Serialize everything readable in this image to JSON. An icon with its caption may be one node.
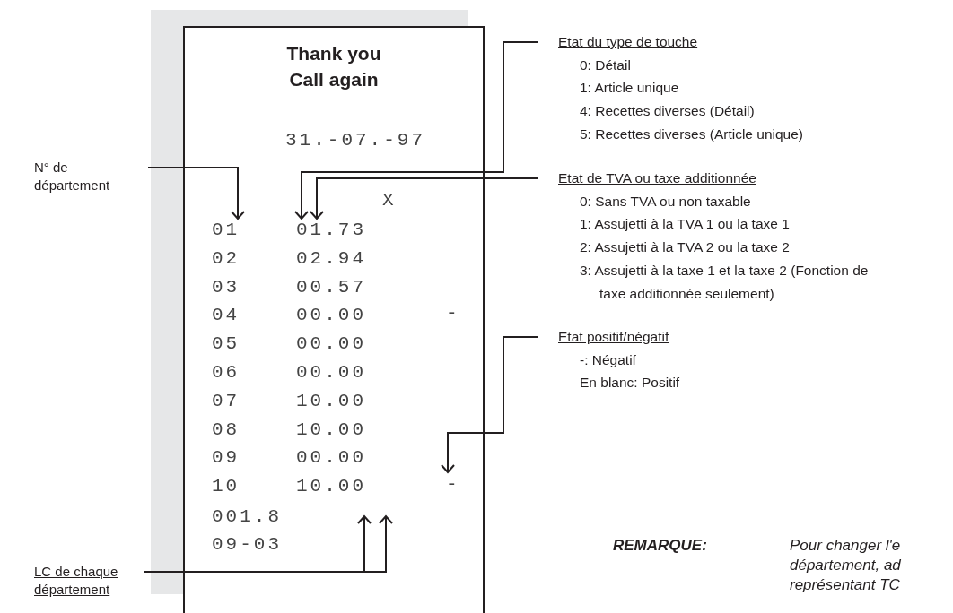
{
  "diagram": {
    "nodes": [
      {
        "text": [
          "Thank you Call again"
        ]
      },
      {
        "text": [
          "N° de département"
        ]
      },
      {
        "text": [
          "Etat du type de touche",
          "0: Détail",
          "1: Article unique",
          "4: Recettes diverses (Détail)",
          "5: Recettes diverses (Article unique)"
        ]
      },
      {
        "text": [
          "Etat de TVA ou taxe additionnée",
          "0: Sans TVA ou non taxable",
          "1: Assujetti à la TVA 1 ou la taxe 1",
          "2: Assujetti à la TVA 2 ou la taxe 2",
          "3: Assujetti à la taxe 1 et la taxe 2 (Fonction de taxe additionnée seulement)"
        ]
      },
      {
        "text": [
          "Etat positif/négatif",
          "-: Négatif",
          "En blanc: Positif"
        ]
      },
      {
        "text": [
          "LC de chaque département"
        ]
      }
    ],
    "edges": [
      {
        "from": 1,
        "to": 0,
        "arrow": "to"
      },
      {
        "from": 2,
        "to": 0,
        "arrow": "to"
      },
      {
        "from": 3,
        "to": 0,
        "arrow": "to"
      },
      {
        "from": 4,
        "to": 0,
        "arrow": "to"
      },
      {
        "from": 5,
        "to": 0,
        "arrow": "to"
      },
      {
        "from": 5,
        "to": 0,
        "arrow": "to"
      }
    ],
    "labels": [
      "31.-07.-97",
      "X",
      "01",
      "01.73",
      "02",
      "02.94",
      "03",
      "00.57",
      "04",
      "00.00",
      "-",
      "05",
      "00.00",
      "06",
      "00.00",
      "07",
      "10.00",
      "08",
      "10.00",
      "09",
      "00.00",
      "10",
      "10.00",
      "-",
      "001.8",
      "09-03",
      "REMARQUE:",
      "Pour changer l'e département, ad représentant TC"
    ]
  }
}
